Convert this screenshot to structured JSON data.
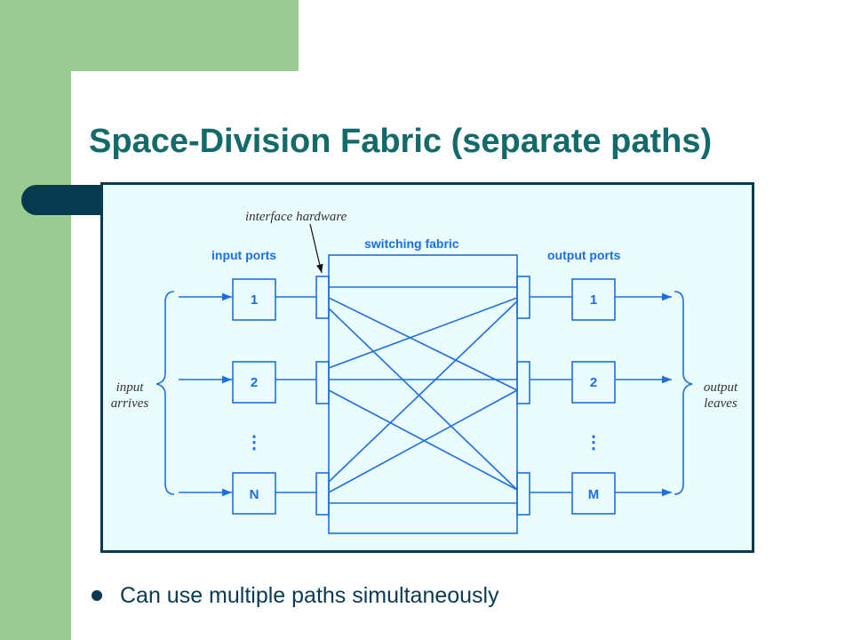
{
  "slide": {
    "title": "Space-Division Fabric (separate paths)",
    "bullets": [
      "Can use multiple paths simultaneously"
    ]
  },
  "diagram": {
    "annotation": "interface hardware",
    "input_header": "input ports",
    "fabric_header": "switching fabric",
    "output_header": "output ports",
    "input_brace_label": [
      "input",
      "arrives"
    ],
    "output_brace_label": [
      "output",
      "leaves"
    ],
    "input_ports": [
      "1",
      "2",
      "N"
    ],
    "output_ports": [
      "1",
      "2",
      "M"
    ],
    "ellipsis": "⋮"
  },
  "colors": {
    "side_band": "#9ccc95",
    "title": "#136a6b",
    "diagram_line": "#1b6fe3",
    "frame": "#0a3a52"
  }
}
